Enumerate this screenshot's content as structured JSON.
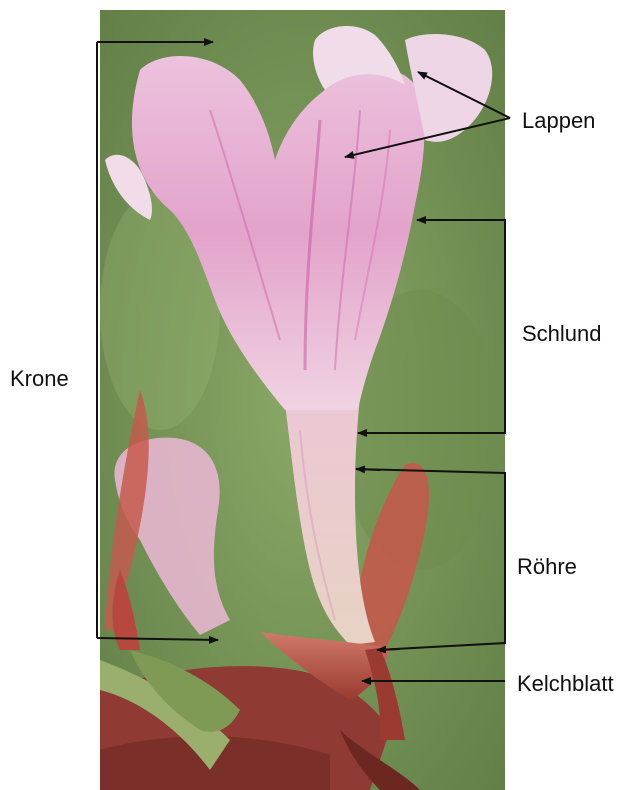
{
  "labels": {
    "krone": "Krone",
    "lappen": "Lappen",
    "schlund": "Schlund",
    "roehre": "Röhre",
    "kelchblatt": "Kelchblatt"
  },
  "colors": {
    "background_green": "#7a9a55",
    "petal_pink": "#e7a9d0",
    "petal_vein": "#c85aa0",
    "sepal_red": "#a8423a",
    "arrow": "#111111"
  }
}
